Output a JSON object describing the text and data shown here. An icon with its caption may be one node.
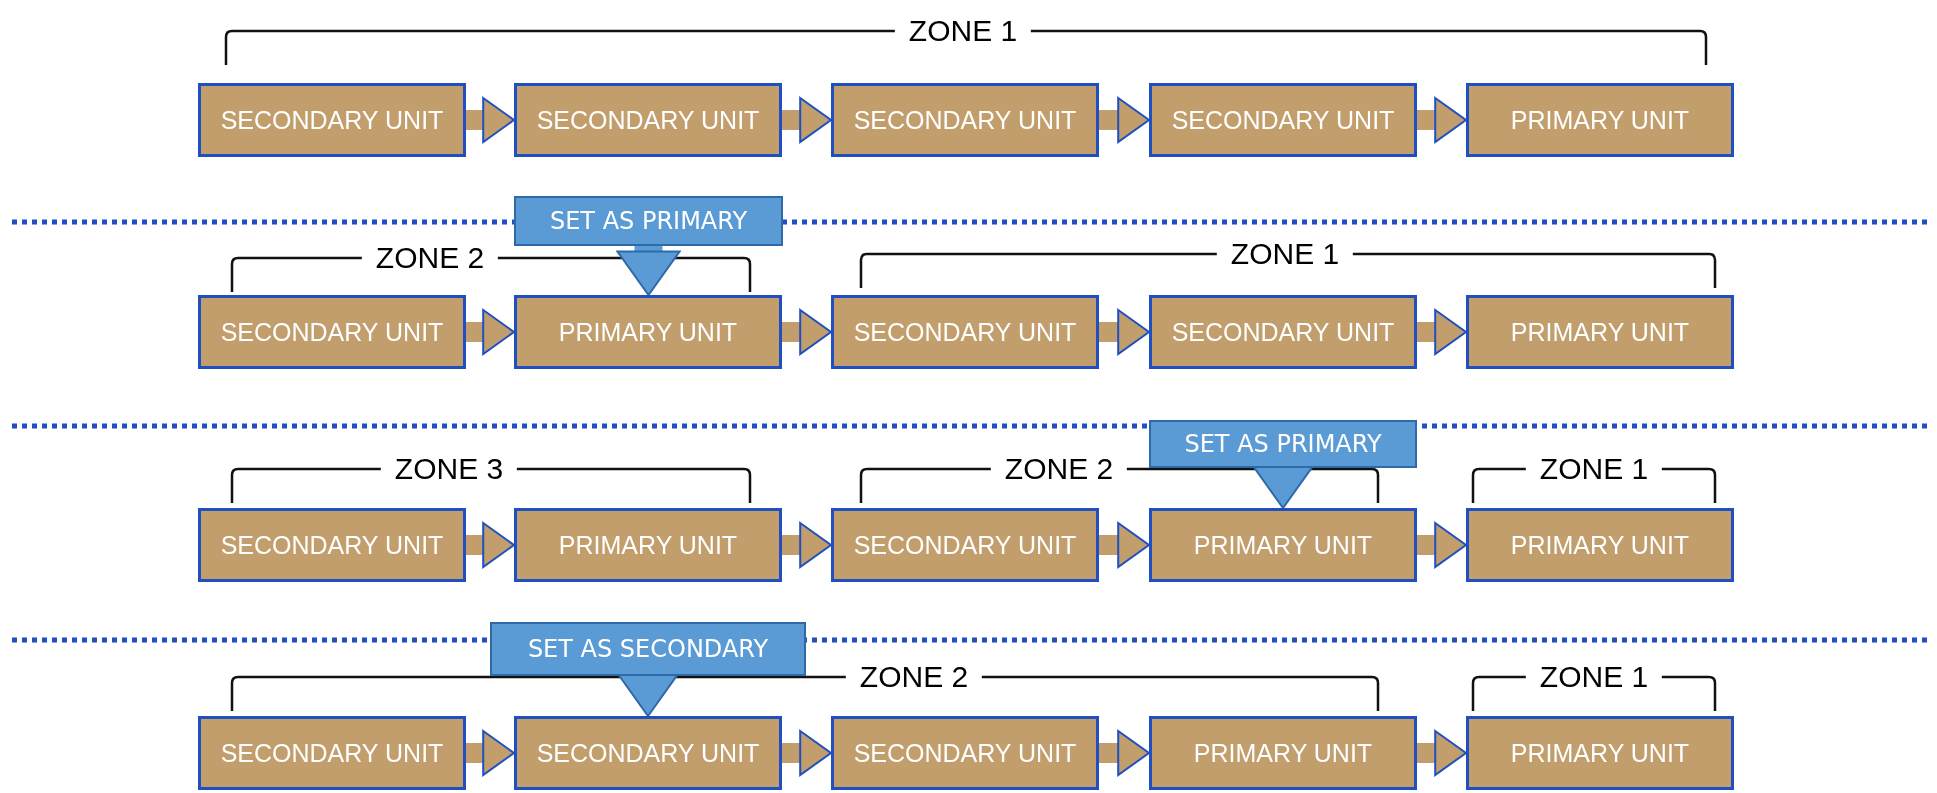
{
  "diagram": {
    "nodes": [
      {
        "text": [
          "SECONDARY UNIT"
        ]
      },
      {
        "text": [
          "SECONDARY UNIT"
        ]
      },
      {
        "text": [
          "SECONDARY UNIT"
        ]
      },
      {
        "text": [
          "SECONDARY UNIT"
        ]
      },
      {
        "text": [
          "PRIMARY UNIT"
        ]
      },
      {
        "text": [
          "SET AS PRIMARY"
        ]
      },
      {
        "text": [
          "SECONDARY UNIT"
        ]
      },
      {
        "text": [
          "PRIMARY UNIT"
        ]
      },
      {
        "text": [
          "SECONDARY UNIT"
        ]
      },
      {
        "text": [
          "SECONDARY UNIT"
        ]
      },
      {
        "text": [
          "PRIMARY UNIT"
        ]
      },
      {
        "text": [
          "SET AS PRIMARY"
        ]
      },
      {
        "text": [
          "SECONDARY UNIT"
        ]
      },
      {
        "text": [
          "PRIMARY UNIT"
        ]
      },
      {
        "text": [
          "SECONDARY UNIT"
        ]
      },
      {
        "text": [
          "PRIMARY UNIT"
        ]
      },
      {
        "text": [
          "PRIMARY UNIT"
        ]
      },
      {
        "text": [
          "SET AS SECONDARY"
        ]
      },
      {
        "text": [
          "SECONDARY UNIT"
        ]
      },
      {
        "text": [
          "SECONDARY UNIT"
        ]
      },
      {
        "text": [
          "SECONDARY UNIT"
        ]
      },
      {
        "text": [
          "PRIMARY UNIT"
        ]
      },
      {
        "text": [
          "PRIMARY UNIT"
        ]
      }
    ],
    "edges": [
      {
        "from": 0,
        "to": 1,
        "arrow": "to"
      },
      {
        "from": 1,
        "to": 2,
        "arrow": "to"
      },
      {
        "from": 2,
        "to": 3,
        "arrow": "to"
      },
      {
        "from": 3,
        "to": 4,
        "arrow": "to"
      },
      {
        "from": 5,
        "to": 7,
        "arrow": "to",
        "color": "#5b9bd5"
      },
      {
        "from": 6,
        "to": 7,
        "arrow": "to"
      },
      {
        "from": 7,
        "to": 8,
        "arrow": "to"
      },
      {
        "from": 8,
        "to": 9,
        "arrow": "to"
      },
      {
        "from": 9,
        "to": 10,
        "arrow": "to"
      },
      {
        "from": 11,
        "to": 15,
        "arrow": "to",
        "color": "#5b9bd5"
      },
      {
        "from": 12,
        "to": 13,
        "arrow": "to"
      },
      {
        "from": 13,
        "to": 14,
        "arrow": "to"
      },
      {
        "from": 14,
        "to": 15,
        "arrow": "to"
      },
      {
        "from": 15,
        "to": 16,
        "arrow": "to"
      },
      {
        "from": 17,
        "to": 19,
        "arrow": "to",
        "color": "#5b9bd5"
      },
      {
        "from": 18,
        "to": 19,
        "arrow": "to"
      },
      {
        "from": 19,
        "to": 20,
        "arrow": "to"
      },
      {
        "from": 20,
        "to": 21,
        "arrow": "to"
      },
      {
        "from": 21,
        "to": 22,
        "arrow": "to"
      }
    ],
    "labels": [
      "ZONE 1",
      "ZONE 2",
      "ZONE 1",
      "ZONE 3",
      "ZONE 2",
      "ZONE 1",
      "ZONE 2",
      "ZONE 1"
    ]
  }
}
